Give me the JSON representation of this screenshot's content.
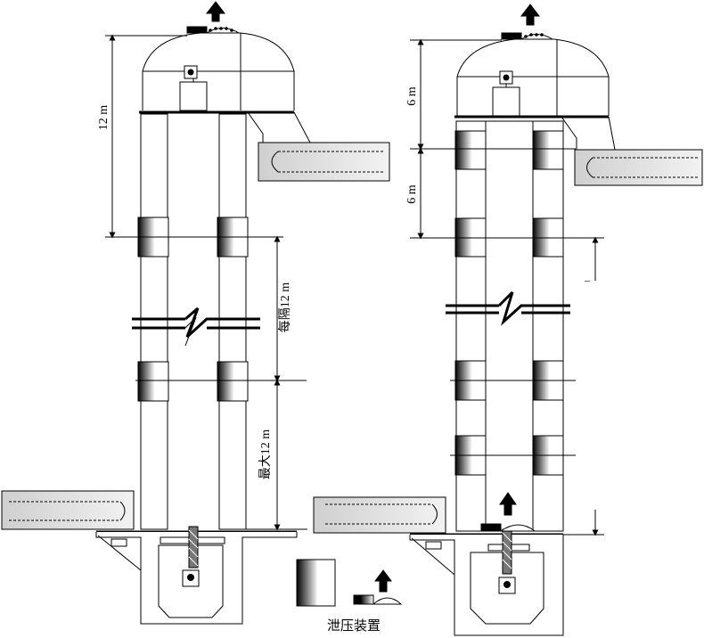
{
  "left_elevator": {
    "dim_top": "12 m",
    "dim_spacing": "每隔12 m",
    "dim_bottom": "最大12 m"
  },
  "right_elevator": {
    "dim_upper": "6 m",
    "dim_lower": "6 m",
    "dim_short_mark": "–"
  },
  "legend": {
    "caption": "泄压装置"
  },
  "colors": {
    "line": "#000000",
    "housing_fill": "#ffffff",
    "panel_fill": "#e6e6e6",
    "gradient_dark": "#000000",
    "gradient_light": "#ffffff"
  },
  "icons": [
    "up-arrow-icon",
    "explosion-vent-panel-icon",
    "vent-cover-icon"
  ]
}
